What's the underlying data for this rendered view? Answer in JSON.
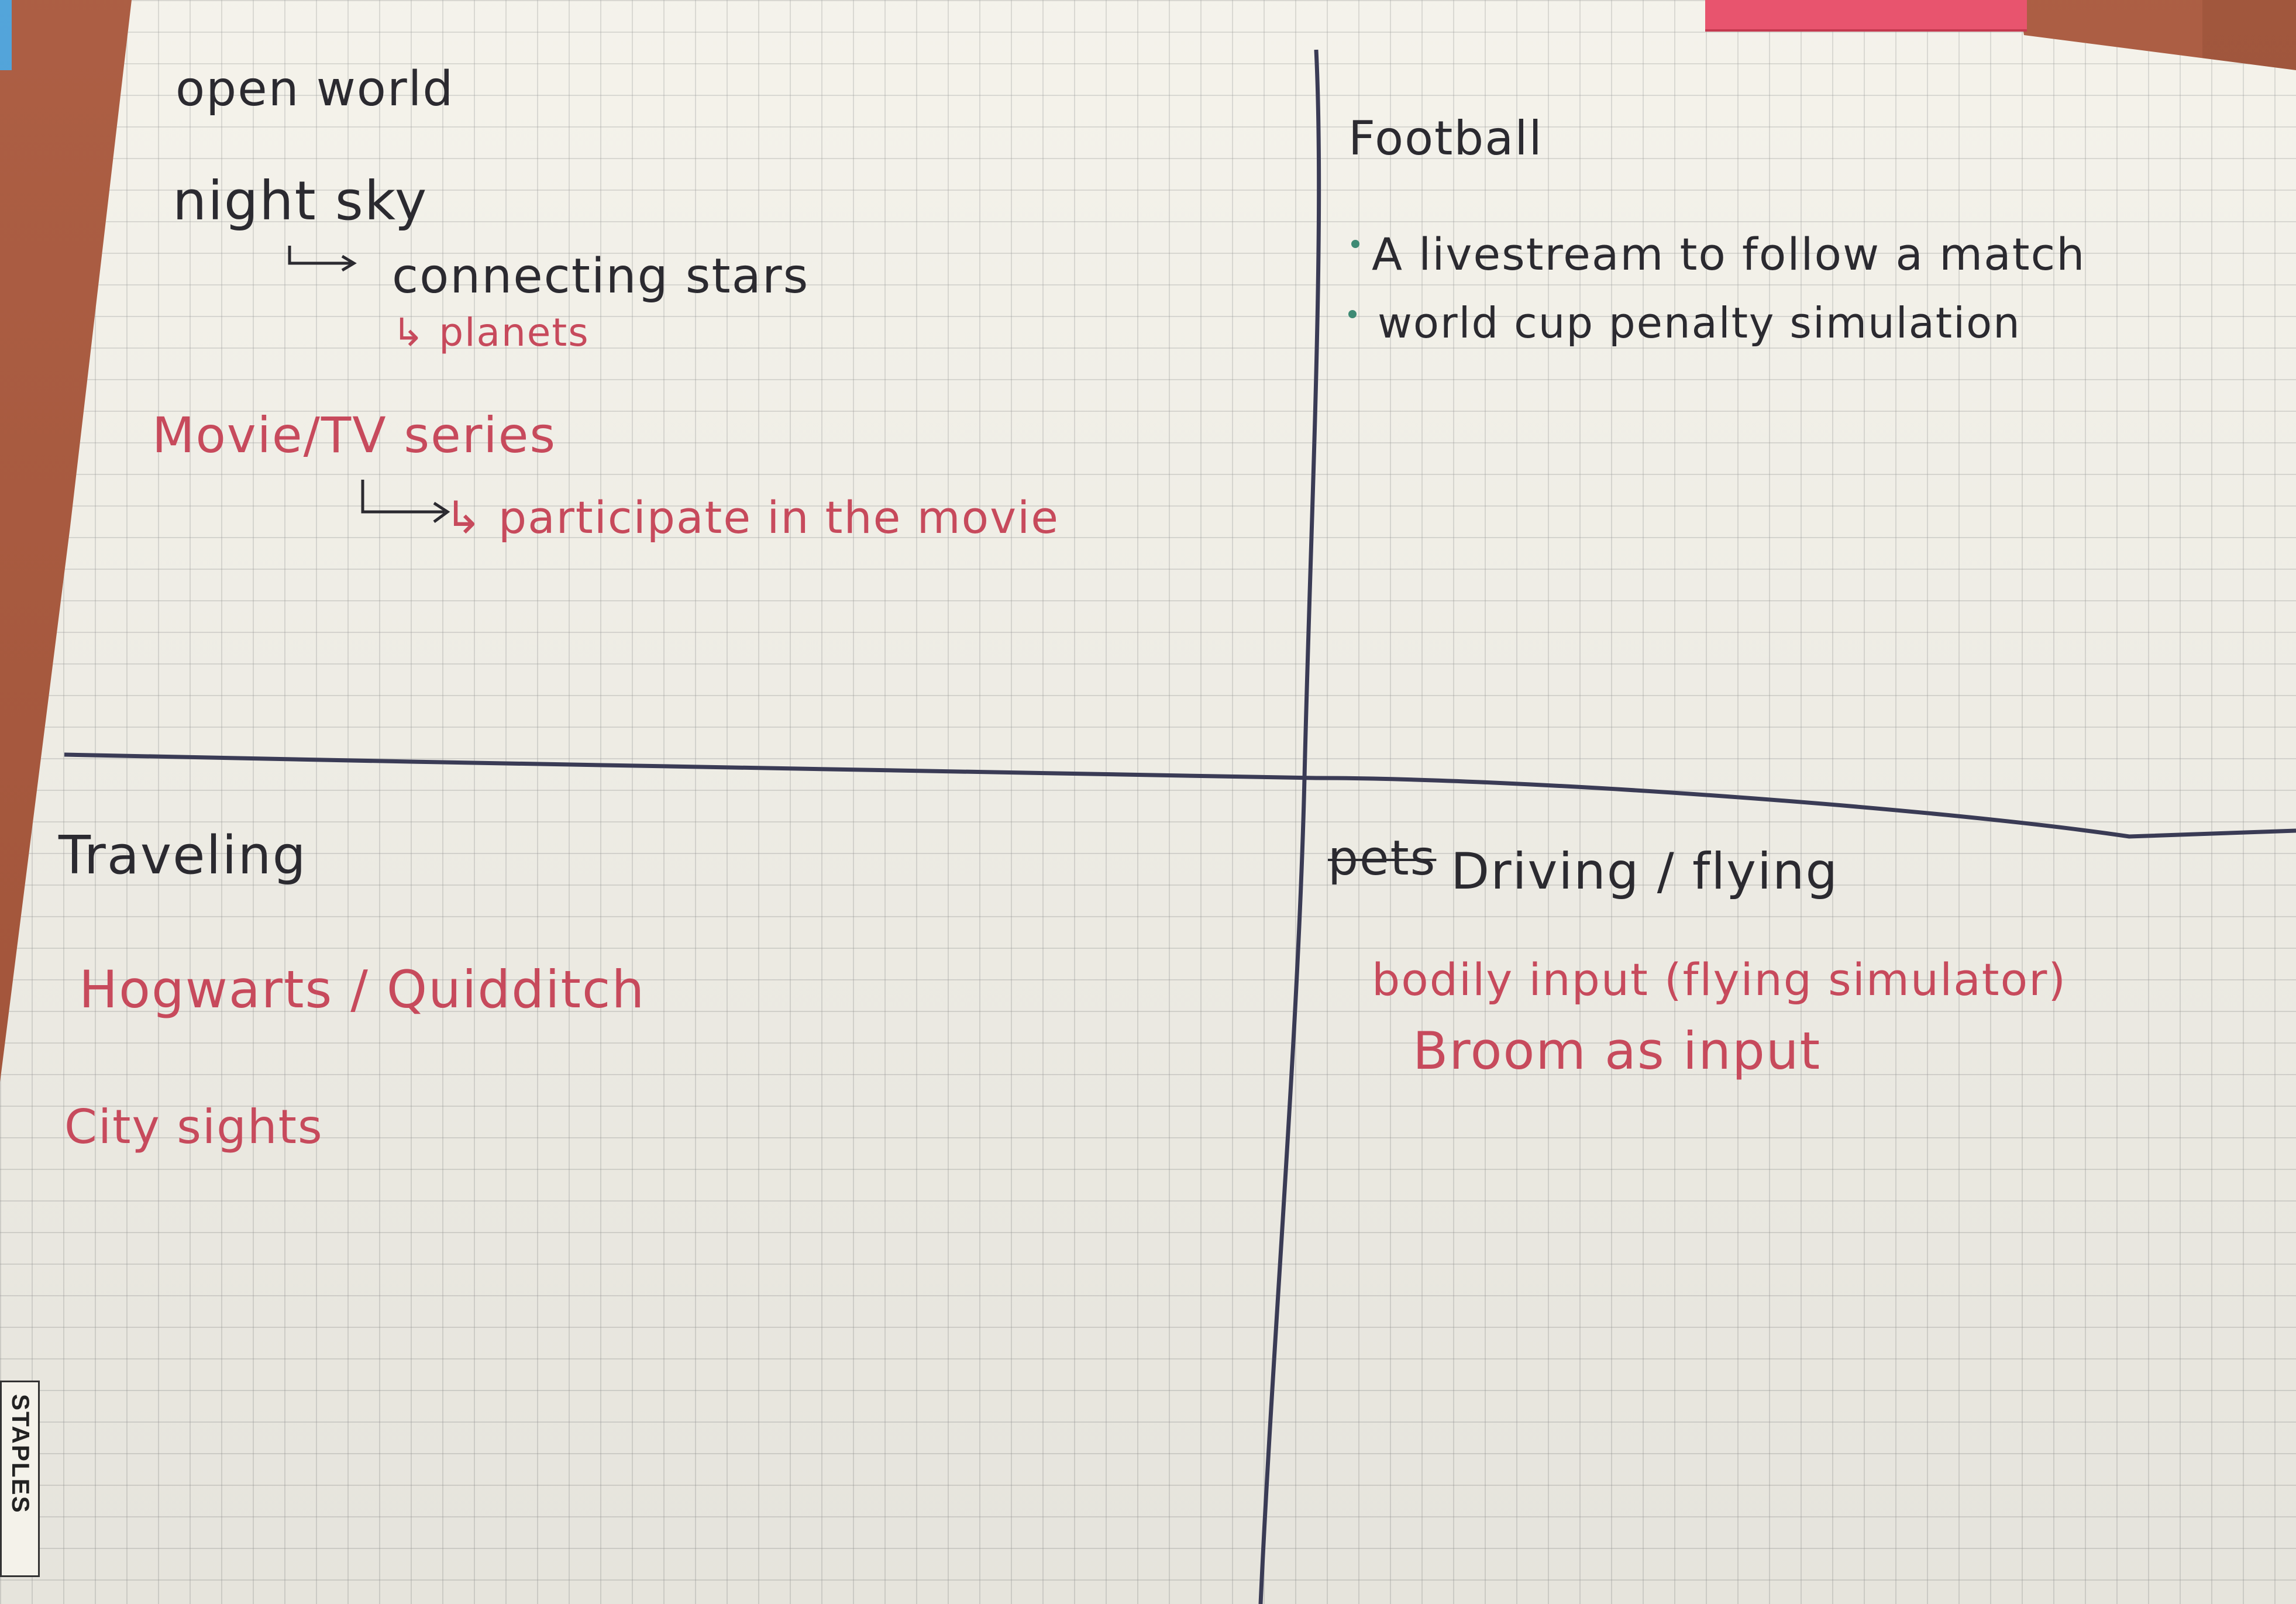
{
  "board": {
    "brand": "STAPLES",
    "colors": {
      "black_ink": "#2b2a30",
      "red_ink": "#c74a5c",
      "bullet": "#3e8a74",
      "paper": "#f4f2ea",
      "table": "#a8563a",
      "sticky_note": "#e8546e"
    }
  },
  "quadrants": {
    "top_left": {
      "title": "open world",
      "night_sky": "night sky",
      "arrow_1": "↳",
      "connecting_stars": "connecting stars",
      "planets": "↳ planets",
      "movie_series": "Movie/TV series",
      "participate": "↳ participate in the movie"
    },
    "top_right": {
      "title": "Football",
      "bullets": [
        "A livestream to follow a match",
        "world cup penalty simulation"
      ]
    },
    "bottom_left": {
      "title": "Traveling",
      "hogwarts": "Hogwarts / Quidditch",
      "city_sights": "City sights"
    },
    "bottom_right": {
      "struck_word": "pets",
      "title": "Driving / flying",
      "bodily_input": "bodily input (flying simulator)",
      "broom": "Broom as input"
    }
  }
}
